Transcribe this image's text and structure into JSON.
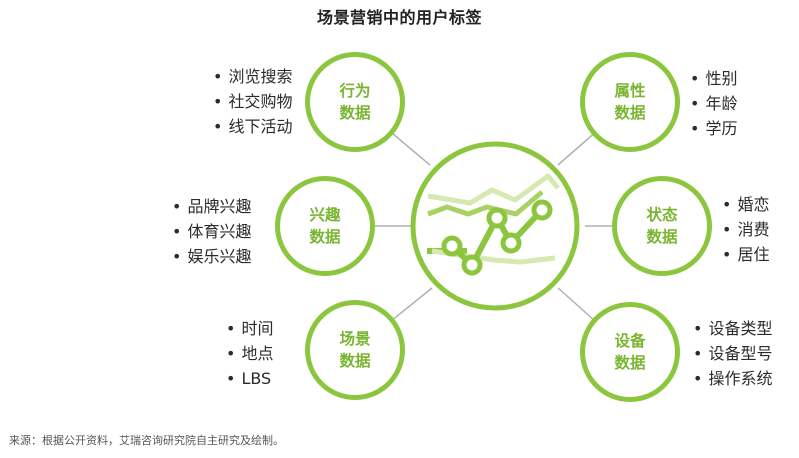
{
  "title": "场景营销中的用户标签",
  "center": {
    "icon": "rising-line-chart-icon",
    "accent": "#8cc63f"
  },
  "nodes": {
    "behavior": {
      "line1": "行为",
      "line2": "数据",
      "items": [
        "浏览搜索",
        "社交购物",
        "线下活动"
      ]
    },
    "interest": {
      "line1": "兴趣",
      "line2": "数据",
      "items": [
        "品牌兴趣",
        "体育兴趣",
        "娱乐兴趣"
      ]
    },
    "scene": {
      "line1": "场景",
      "line2": "数据",
      "items": [
        "时间",
        "地点",
        "LBS"
      ]
    },
    "attribute": {
      "line1": "属性",
      "line2": "数据",
      "items": [
        "性别",
        "年龄",
        "学历"
      ]
    },
    "status": {
      "line1": "状态",
      "line2": "数据",
      "items": [
        "婚恋",
        "消费",
        "居住"
      ]
    },
    "device": {
      "line1": "设备",
      "line2": "数据",
      "items": [
        "设备类型",
        "设备型号",
        "操作系统"
      ]
    }
  },
  "source": "来源：根据公开资料，艾瑞咨询研究院自主研究及绘制。"
}
